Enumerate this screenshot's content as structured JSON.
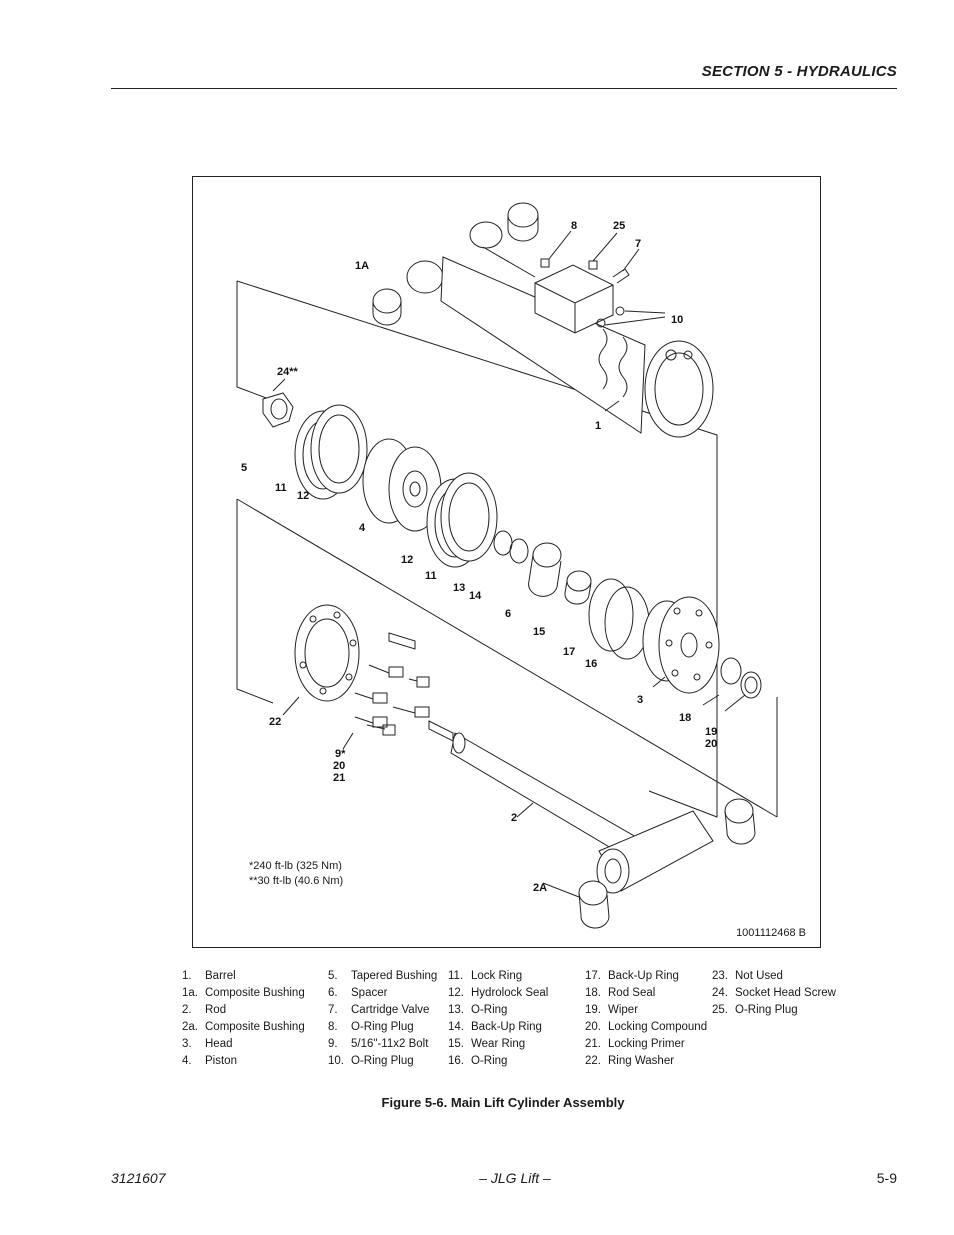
{
  "header": {
    "section_title": "SECTION 5 - HYDRAULICS"
  },
  "figure": {
    "torque_note_1": "*240 ft-lb (325 Nm)",
    "torque_note_2": "**30 ft-lb (40.6 Nm)",
    "drawing_number": "1001112468 B",
    "callouts": {
      "c8": "8",
      "c25": "25",
      "c7": "7",
      "c1A": "1A",
      "c10": "10",
      "c24": "24**",
      "c1": "1",
      "c5": "5",
      "c11a": "11",
      "c12a": "12",
      "c4": "4",
      "c12b": "12",
      "c11b": "11",
      "c13": "13",
      "c14": "14",
      "c6": "6",
      "c15": "15",
      "c17": "17",
      "c16": "16",
      "c3": "3",
      "c22": "22",
      "c18": "18",
      "c19": "19",
      "c20a": "20",
      "c9": "9*",
      "c20b": "20",
      "c21": "21",
      "c2": "2",
      "c2A": "2A"
    }
  },
  "legend": {
    "col1": [
      {
        "num": "1.",
        "label": "Barrel"
      },
      {
        "num": "1a.",
        "label": "Composite Bushing"
      },
      {
        "num": "2.",
        "label": "Rod"
      },
      {
        "num": "2a.",
        "label": "Composite Bushing"
      },
      {
        "num": "3.",
        "label": "Head"
      },
      {
        "num": "4.",
        "label": "Piston"
      }
    ],
    "col2": [
      {
        "num": "5.",
        "label": "Tapered Bushing"
      },
      {
        "num": "6.",
        "label": "Spacer"
      },
      {
        "num": "7.",
        "label": "Cartridge Valve"
      },
      {
        "num": "8.",
        "label": "O-Ring Plug"
      },
      {
        "num": "9.",
        "label": "5/16\"-11x2 Bolt"
      },
      {
        "num": "10.",
        "label": "O-Ring Plug"
      }
    ],
    "col3": [
      {
        "num": "11.",
        "label": "Lock Ring"
      },
      {
        "num": "12.",
        "label": "Hydrolock Seal"
      },
      {
        "num": "13.",
        "label": "O-Ring"
      },
      {
        "num": "14.",
        "label": "Back-Up Ring"
      },
      {
        "num": "15.",
        "label": "Wear Ring"
      },
      {
        "num": "16.",
        "label": "O-Ring"
      }
    ],
    "col4": [
      {
        "num": "17.",
        "label": "Back-Up Ring"
      },
      {
        "num": "18.",
        "label": "Rod Seal"
      },
      {
        "num": "19.",
        "label": "Wiper"
      },
      {
        "num": "20.",
        "label": "Locking Compound"
      },
      {
        "num": "21.",
        "label": "Locking Primer"
      },
      {
        "num": "22.",
        "label": "Ring Washer"
      }
    ],
    "col5": [
      {
        "num": "23.",
        "label": "Not Used"
      },
      {
        "num": "24.",
        "label": "Socket Head Screw"
      },
      {
        "num": "25.",
        "label": "O-Ring Plug"
      }
    ]
  },
  "caption": "Figure 5-6.  Main Lift Cylinder Assembly",
  "footer": {
    "doc_number": "3121607",
    "center": "– JLG Lift –",
    "page": "5-9"
  }
}
